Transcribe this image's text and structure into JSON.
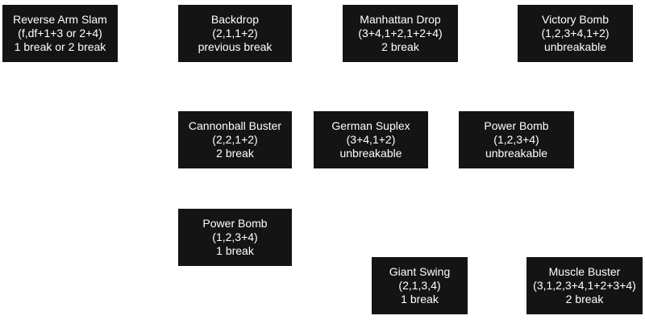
{
  "nodes": [
    {
      "name": "Reverse Arm Slam",
      "input": "(f,df+1+3 or 2+4)",
      "break": "1 break or 2 break"
    },
    {
      "name": "Backdrop",
      "input": "(2,1,1+2)",
      "break": "previous break"
    },
    {
      "name": "Manhattan Drop",
      "input": "(3+4,1+2,1+2+4)",
      "break": "2 break"
    },
    {
      "name": "Victory Bomb",
      "input": "(1,2,3+4,1+2)",
      "break": "unbreakable"
    },
    {
      "name": "Cannonball Buster",
      "input": "(2,2,1+2)",
      "break": "2 break"
    },
    {
      "name": "German Suplex",
      "input": "(3+4,1+2)",
      "break": "unbreakable"
    },
    {
      "name": "Power Bomb",
      "input": "(1,2,3+4)",
      "break": "unbreakable"
    },
    {
      "name": "Power Bomb",
      "input": "(1,2,3+4)",
      "break": "1 break"
    },
    {
      "name": "Giant Swing",
      "input": "(2,1,3,4)",
      "break": "1 break"
    },
    {
      "name": "Muscle Buster",
      "input": "(3,1,2,3+4,1+2+3+4)",
      "break": "2 break"
    }
  ],
  "colors": {
    "node_background": "#141414",
    "node_text": "#ffffff",
    "page_background": "#ffffff"
  }
}
